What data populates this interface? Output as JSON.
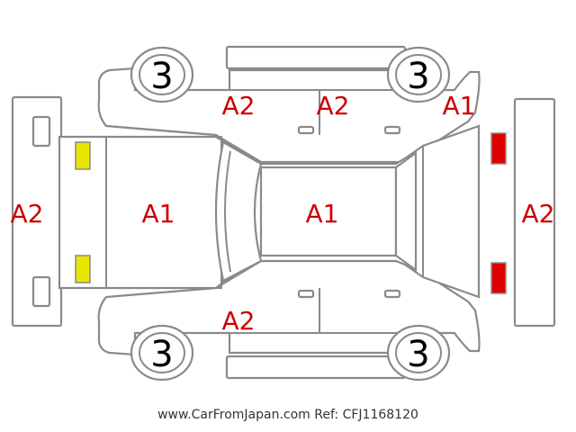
{
  "colors": {
    "outline": "#8a8a8a",
    "damage_text": "#cc0000",
    "front_lamp": "#e6e600",
    "rear_lamp": "#dd0000",
    "tire_text": "#000000"
  },
  "labels": {
    "top_left_door": "A2",
    "top_right_door": "A2",
    "top_right_fender": "A1",
    "front_bumper": "A2",
    "rear_bumper": "A2",
    "bonnet": "A1",
    "roof": "A1",
    "bottom_left_door": "A2"
  },
  "tires": {
    "top_left": "3",
    "top_right": "3",
    "bottom_left": "3",
    "bottom_right": "3"
  },
  "footer": {
    "site": "www.CarFromJapan.com",
    "ref": "Ref: CFJ1168120"
  }
}
